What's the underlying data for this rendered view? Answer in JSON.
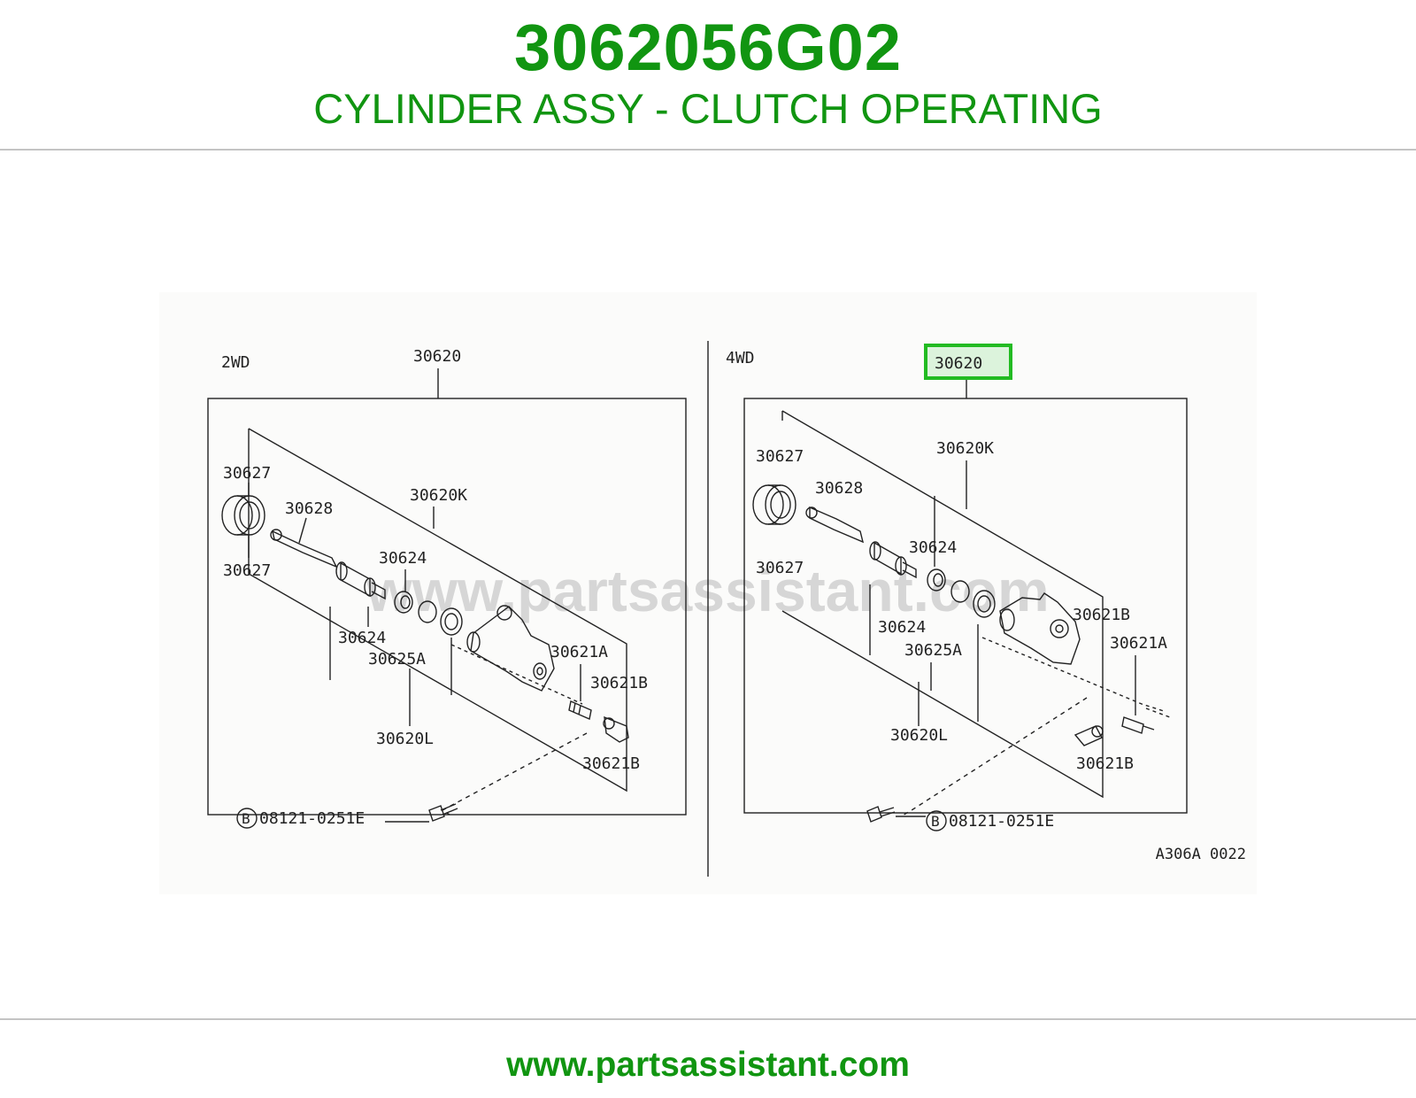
{
  "header": {
    "part_number": "3062056G02",
    "part_name": "CYLINDER ASSY - CLUTCH OPERATING"
  },
  "colors": {
    "brand_green": "#119511",
    "highlight_green": "#22bb22",
    "line": "#222222"
  },
  "diagram": {
    "left_panel": {
      "variant": "2WD",
      "assembly": "30620",
      "labels": {
        "boot_top": "30627",
        "boot_bottom": "30627",
        "push_rod": "30628",
        "kit": "30620K",
        "piston_top": "30624",
        "piston_bottom": "30624",
        "cup": "30625A",
        "bleeder_screw": "30621A",
        "bleeder_cap_top": "30621B",
        "bleeder_cap_bottom": "30621B",
        "repair_kit": "30620L"
      },
      "bolt_marker": "B",
      "bolt": "08121-0251E"
    },
    "right_panel": {
      "variant": "4WD",
      "assembly": "30620",
      "labels": {
        "boot_top": "30627",
        "boot_bottom": "30627",
        "push_rod": "30628",
        "kit": "30620K",
        "piston_top": "30624",
        "piston_bottom": "30624",
        "cup": "30625A",
        "bleeder_cap_top": "30621B",
        "bleeder_screw": "30621A",
        "bleeder_cap_bottom": "30621B",
        "repair_kit": "30620L"
      },
      "bolt_marker": "B",
      "bolt": "08121-0251E"
    },
    "figure_code": "A306A 0022",
    "watermark": "www.partsassistant.com"
  },
  "footer": {
    "url": "www.partsassistant.com"
  }
}
